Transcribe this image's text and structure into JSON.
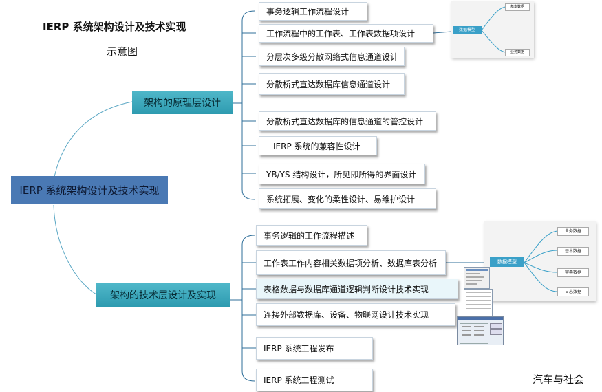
{
  "title": {
    "line1": "IERP 系统架构设计及技术实现",
    "line2": "示意图"
  },
  "root": {
    "label": "IERP 系统架构设计及技术实现"
  },
  "branches": [
    {
      "label": "架构的原理层设计"
    },
    {
      "label": "架构的技术层设计及实现"
    }
  ],
  "principle_items": [
    "事务逻辑工作流程设计",
    "工作流程中的工作表、工作表数据项设计",
    "分层次多级分散网络式信息通道设计",
    "分散桥式直达数据库信息通道设计",
    "分散桥式直达数据库的信息通道的管控设计",
    "IERP 系统的兼容性设计",
    "YB/YS 结构设计，所见即所得的界面设计",
    "系统拓展、变化的柔性设计、易维护设计"
  ],
  "tech_items": [
    "事务逻辑的工作流程描述",
    "工作表工作内容相关数据项分析、数据库表分析",
    "表格数据与数据库通道逻辑判断设计技术实现",
    "连接外部数据库、设备、物联网设计技术实现",
    "IERP 系统工程发布",
    "IERP 系统工程测试"
  ],
  "thumb_top": {
    "center": "数据模型",
    "nodes": [
      "基本数据",
      "业务数据"
    ]
  },
  "thumb_mid": {
    "center": "数据模型",
    "nodes": [
      "业务数据",
      "基本数据",
      "字典数据",
      "日志数据"
    ]
  },
  "watermark": "汽车与社会"
}
